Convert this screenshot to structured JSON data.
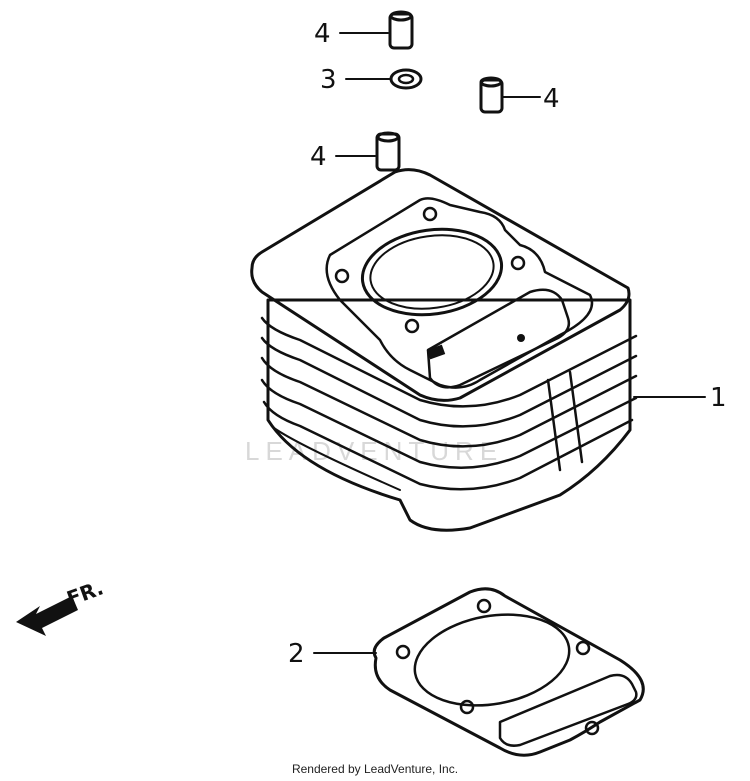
{
  "callouts": {
    "c1": "1",
    "c2": "2",
    "c3": "3",
    "c4a": "4",
    "c4b": "4",
    "c4c": "4"
  },
  "direction_label": "FR.",
  "watermark_text": "LEADVENTURE",
  "footer_text": "Rendered by LeadVenture, Inc."
}
